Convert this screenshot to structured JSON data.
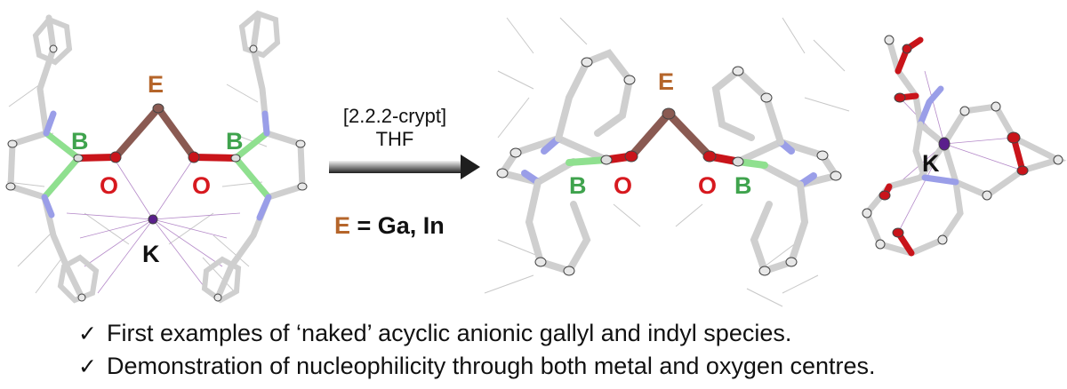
{
  "labels": {
    "left_E": "E",
    "left_B1": "B",
    "left_B2": "B",
    "left_O1": "O",
    "left_O2": "O",
    "left_K": "K",
    "mid_E": "E",
    "mid_B1": "B",
    "mid_B2": "B",
    "mid_O1": "O",
    "mid_O2": "O",
    "right_K": "K"
  },
  "reaction": {
    "reagent": "[2.2.2-crypt]",
    "solvent": "THF",
    "e_symbol": "E",
    "e_definition": " = Ga, In"
  },
  "bullets": [
    {
      "mark": "✓",
      "text": "First examples of ‘naked’ acyclic anionic gallyl and indyl species."
    },
    {
      "mark": "✓",
      "text": "Demonstration of nucleophilicity through both metal and oxygen centres."
    }
  ],
  "colors": {
    "E": "#b5652a",
    "B": "#3fa34d",
    "O": "#d7191f",
    "K": "#111111",
    "bond_grey": "#cfcfcf",
    "bond_N": "#9a9ee8",
    "bond_B": "#8fe08f",
    "bond_O": "#c9141a",
    "bond_E": "#8a5a52",
    "potassium": "#5a1f8c"
  }
}
